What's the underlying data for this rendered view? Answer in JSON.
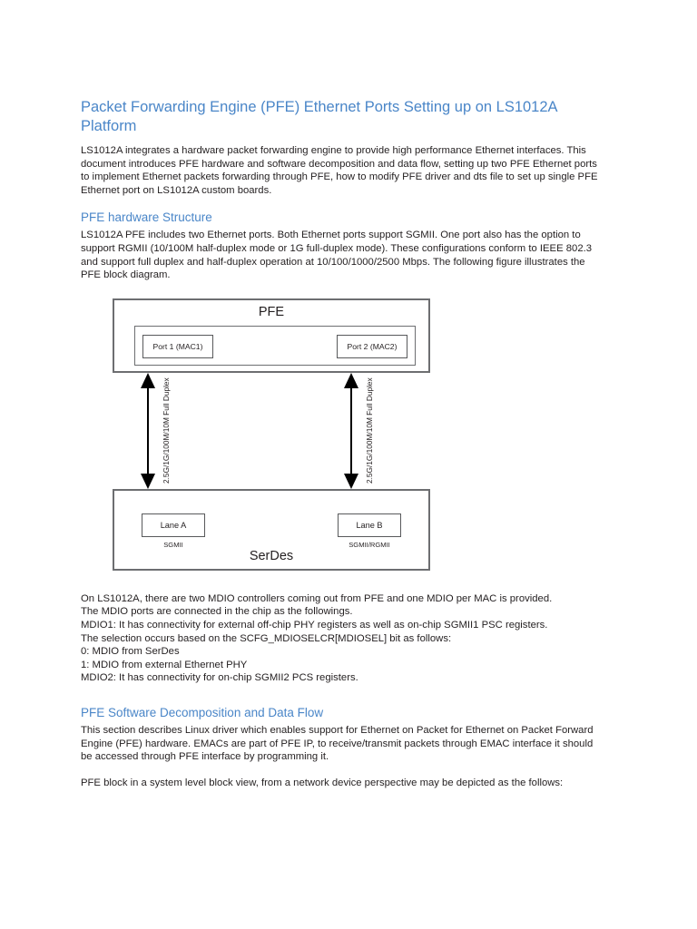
{
  "document": {
    "title": "Packet Forwarding Engine (PFE) Ethernet Ports Setting up on LS1012A Platform",
    "intro": "LS1012A integrates a hardware packet forwarding engine to provide high performance Ethernet interfaces. This document introduces PFE hardware and software decomposition and data flow, setting up two PFE Ethernet ports to implement Ethernet packets forwarding through PFE, how to modify PFE driver and dts file to set up single PFE Ethernet port on LS1012A custom boards.",
    "heading_color": "#4a86c8",
    "body_color": "#231f20"
  },
  "sections": {
    "hardware": {
      "heading": "PFE hardware Structure",
      "paragraph": "LS1012A PFE includes two Ethernet ports. Both Ethernet ports support SGMII. One port also has the option to support RGMII (10/100M half-duplex mode or 1G full-duplex mode). These configurations conform to IEEE 802.3 and support full duplex and half-duplex operation at 10/100/1000/2500 Mbps. The following figure illustrates the PFE block diagram.",
      "mdio_lines": [
        "On LS1012A, there are two MDIO controllers coming out from PFE and one MDIO per MAC is provided.",
        "The MDIO ports are connected in the chip as the followings.",
        "MDIO1: It has connectivity for external off-chip PHY registers as well as on-chip SGMII1 PSC registers.",
        "The selection occurs based on the SCFG_MDIOSELCR[MDIOSEL] bit as follows:",
        "0: MDIO from SerDes",
        "1: MDIO from external Ethernet PHY",
        "MDIO2: It has connectivity for on-chip SGMII2 PCS registers."
      ]
    },
    "software": {
      "heading": "PFE Software Decomposition and Data Flow",
      "paragraph1": "This section describes Linux driver which enables support for Ethernet on Packet for Ethernet on Packet Forward Engine (PFE) hardware. EMACs are part of PFE IP, to receive/transmit packets through EMAC interface it should be accessed through PFE interface by programming it.",
      "paragraph2": "PFE block in a system level block view, from a network device perspective may be depicted as the follows:"
    }
  },
  "diagram": {
    "pfe_block_label": "PFE",
    "port1_label": "Port 1 (MAC1)",
    "port2_label": "Port 2 (MAC2)",
    "serdes_block_label": "SerDes",
    "lane_a_label": "Lane A",
    "lane_b_label": "Lane B",
    "lane_a_caption": "SGMII",
    "lane_b_caption": "SGMII/RGMII",
    "link_label_left": "2.5G/1G/100M/10M Full Duplex",
    "link_label_right": "2.5G/1G/100M/10M Full Duplex"
  }
}
